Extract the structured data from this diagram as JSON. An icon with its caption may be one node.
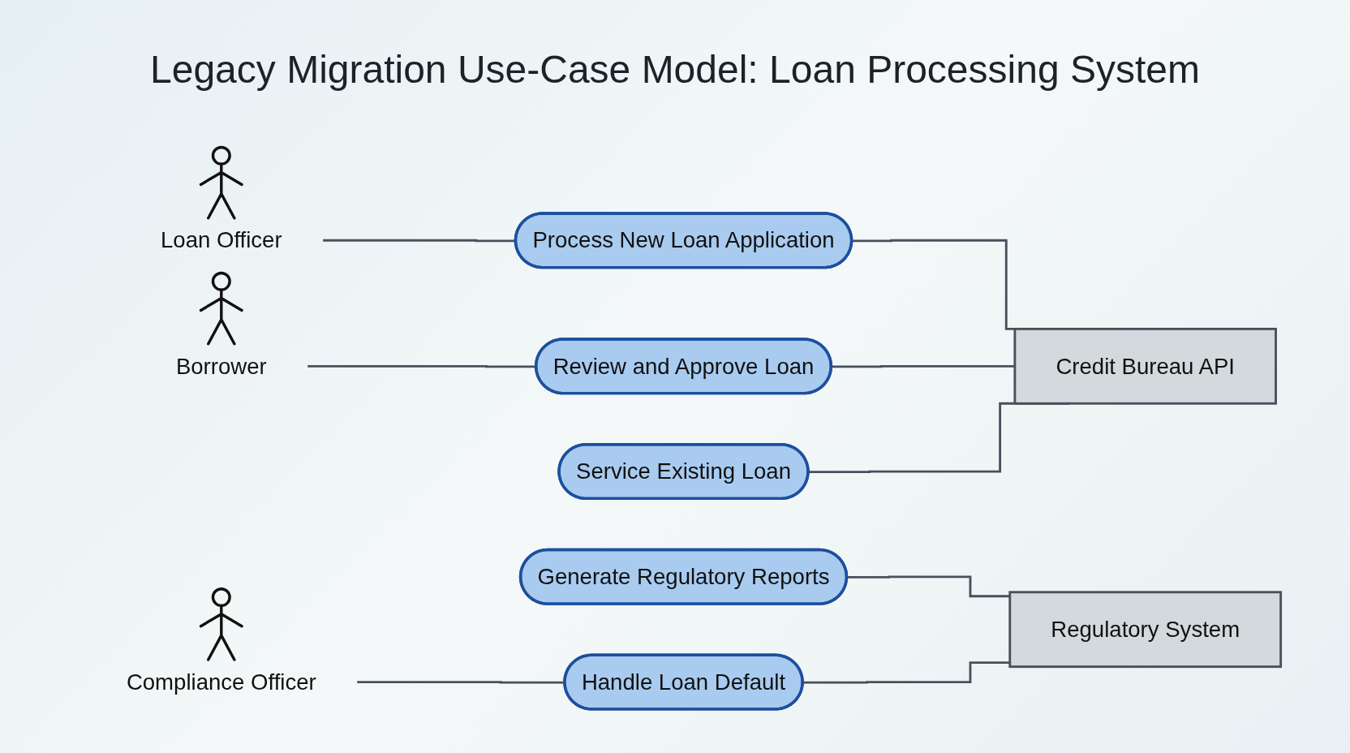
{
  "diagram": {
    "title": "Legacy Migration Use-Case Model: Loan Processing System",
    "nodes": [
      {
        "text": [
          "Loan Officer"
        ]
      },
      {
        "text": [
          "Borrower"
        ]
      },
      {
        "text": [
          "Compliance Officer"
        ]
      },
      {
        "text": [
          "Process New Loan Application"
        ]
      },
      {
        "text": [
          "Review and Approve Loan"
        ]
      },
      {
        "text": [
          "Service Existing Loan"
        ]
      },
      {
        "text": [
          "Generate Regulatory Reports"
        ]
      },
      {
        "text": [
          "Handle Loan Default"
        ]
      },
      {
        "text": [
          "Credit Bureau API"
        ]
      },
      {
        "text": [
          "Regulatory System"
        ]
      }
    ],
    "edges": [
      {
        "from": 0,
        "to": 3,
        "arrow": "none"
      },
      {
        "from": 1,
        "to": 4,
        "arrow": "none"
      },
      {
        "from": 2,
        "to": 7,
        "arrow": "none"
      },
      {
        "from": 3,
        "to": 8,
        "arrow": "none"
      },
      {
        "from": 4,
        "to": 8,
        "arrow": "none"
      },
      {
        "from": 5,
        "to": 8,
        "arrow": "none"
      },
      {
        "from": 6,
        "to": 9,
        "arrow": "none"
      },
      {
        "from": 7,
        "to": 9,
        "arrow": "none"
      }
    ]
  }
}
